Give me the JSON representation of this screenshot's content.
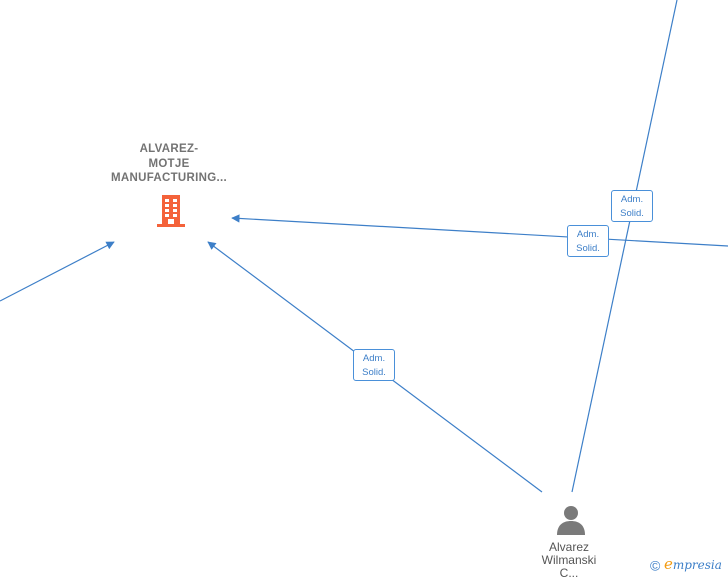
{
  "company": {
    "name_lines": [
      "ALVAREZ-",
      "MOTJE",
      "MANUFACTURING..."
    ],
    "icon": "building-icon",
    "color": "#f4623a"
  },
  "person": {
    "name_lines": [
      "Alvarez",
      "Wilmanski",
      "C..."
    ],
    "icon": "person-icon",
    "color": "#7a7a7a"
  },
  "edges": [
    {
      "label_lines": [
        "Adm.",
        "Solid."
      ]
    },
    {
      "label_lines": [
        "Adm.",
        "Solid."
      ]
    },
    {
      "label_lines": [
        "Adm.",
        "Solid."
      ]
    }
  ],
  "colors": {
    "edge": "#3d7fc8",
    "accent": "#f39c12"
  },
  "brand": {
    "copyright": "©",
    "initial": "e",
    "rest": "mpresia"
  }
}
